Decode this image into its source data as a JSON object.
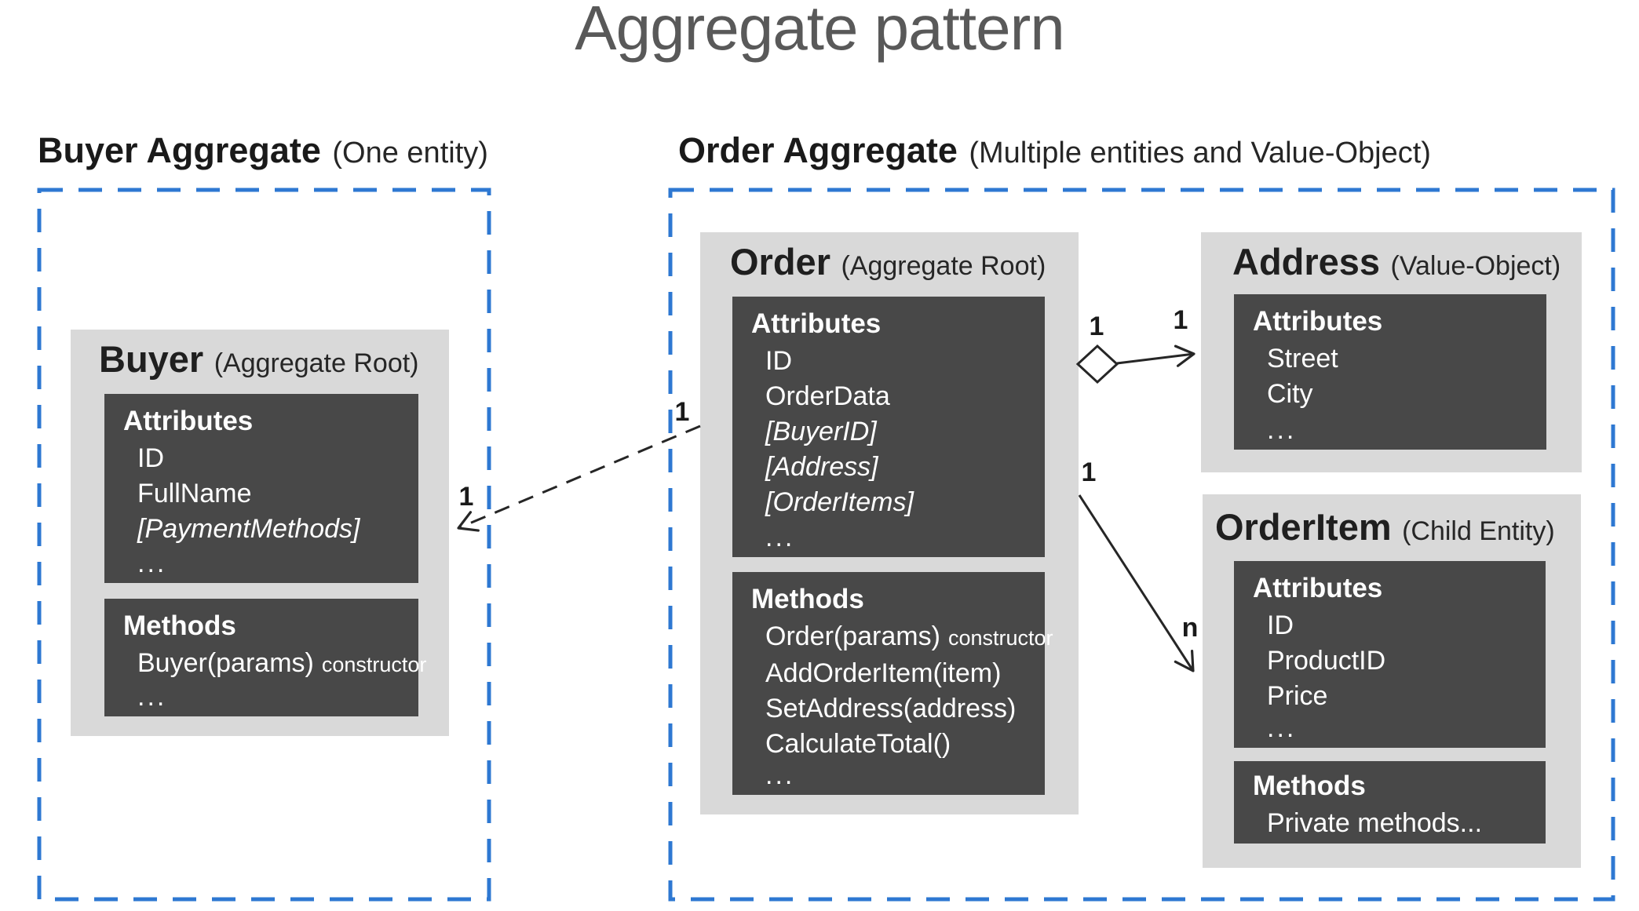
{
  "page_title": "Aggregate pattern",
  "colors": {
    "boundary_blue": "#2E78D2",
    "panel_gray": "#D9D9D9",
    "block_dark": "#484848",
    "text_dark": "#262626",
    "title_gray": "#595959"
  },
  "buyer_aggregate": {
    "heading": "Buyer Aggregate",
    "note": "(One entity)"
  },
  "order_aggregate": {
    "heading": "Order Aggregate",
    "note": "(Multiple entities and Value-Object)"
  },
  "classes": {
    "buyer": {
      "name": "Buyer",
      "stereotype": "(Aggregate Root)",
      "attributes_label": "Attributes",
      "attributes": [
        "ID",
        "FullName",
        "[PaymentMethods]"
      ],
      "attributes_more": "...",
      "methods_label": "Methods",
      "methods": [
        {
          "name": "Buyer(params)",
          "qualifier": "constructor"
        }
      ],
      "methods_more": "..."
    },
    "order": {
      "name": "Order",
      "stereotype": "(Aggregate Root)",
      "attributes_label": "Attributes",
      "attributes": [
        "ID",
        "OrderData",
        "[BuyerID]",
        "[Address]",
        "[OrderItems]"
      ],
      "attributes_more": "...",
      "methods_label": "Methods",
      "methods": [
        {
          "name": "Order(params)",
          "qualifier": "constructor"
        },
        {
          "name": "AddOrderItem(item)"
        },
        {
          "name": "SetAddress(address)"
        },
        {
          "name": "CalculateTotal()"
        }
      ],
      "methods_more": "..."
    },
    "address": {
      "name": "Address",
      "stereotype": "(Value-Object)",
      "attributes_label": "Attributes",
      "attributes": [
        "Street",
        "City"
      ],
      "attributes_more": "..."
    },
    "orderitem": {
      "name": "OrderItem",
      "stereotype": "(Child Entity)",
      "attributes_label": "Attributes",
      "attributes": [
        "ID",
        "ProductID",
        "Price"
      ],
      "attributes_more": "...",
      "methods_label": "Methods",
      "methods": [
        {
          "name": "Private methods..."
        }
      ]
    }
  },
  "relations": {
    "order_buyer": {
      "order_end": "1",
      "buyer_end": "1"
    },
    "order_address": {
      "order_end": "1",
      "address_end": "1"
    },
    "order_orderitem": {
      "order_end": "1",
      "orderitem_end": "n"
    }
  }
}
